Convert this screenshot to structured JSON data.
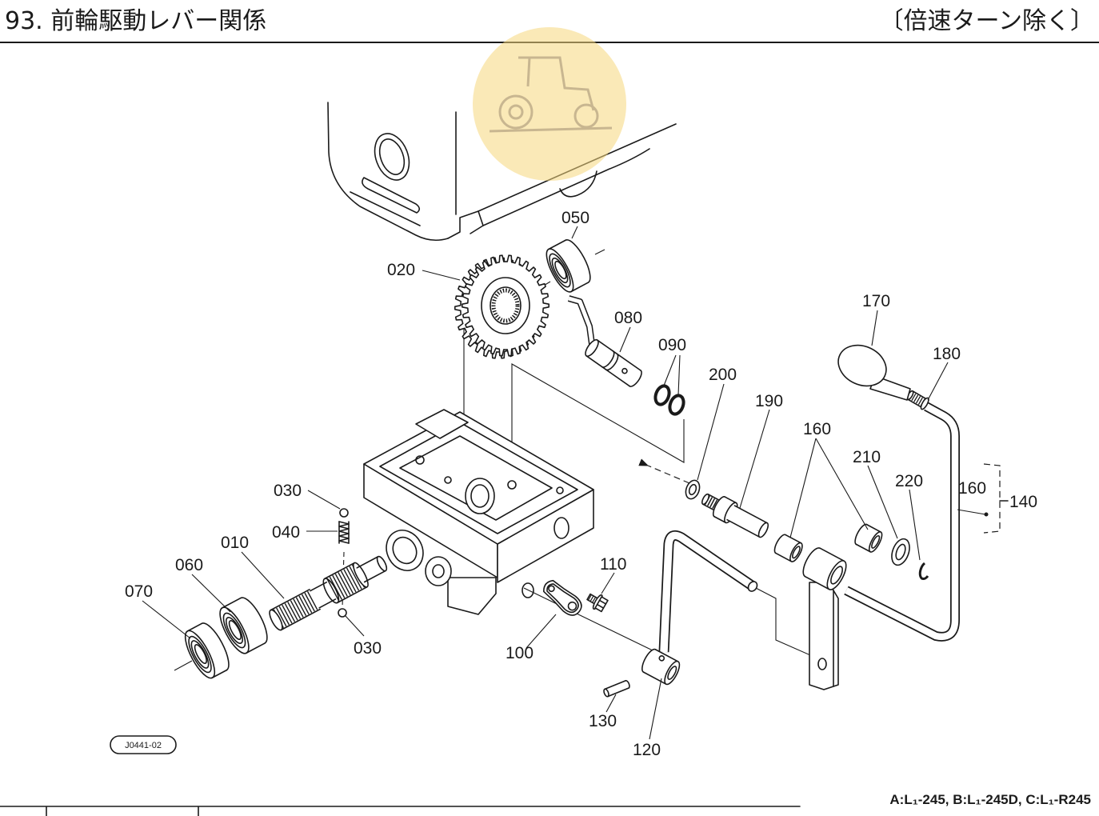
{
  "header": {
    "title": "93. 前輪駆動レバー関係",
    "note": "〔倍速ターン除く〕"
  },
  "callouts": [
    "050",
    "020",
    "080",
    "090",
    "170",
    "180",
    "200",
    "190",
    "160",
    "210",
    "220",
    "160",
    "140",
    "030",
    "040",
    "010",
    "060",
    "070",
    "030",
    "110",
    "100",
    "130",
    "120"
  ],
  "drawing_code": "J0441-02",
  "footer": {
    "models": "A:L₁-245, B:L₁-245D, C:L₁-R245"
  },
  "colors": {
    "line": "#1a1a1a",
    "watermark": "#f5d77c",
    "background": "#ffffff"
  },
  "watermark": {
    "icon": "tractor-logo-icon"
  }
}
